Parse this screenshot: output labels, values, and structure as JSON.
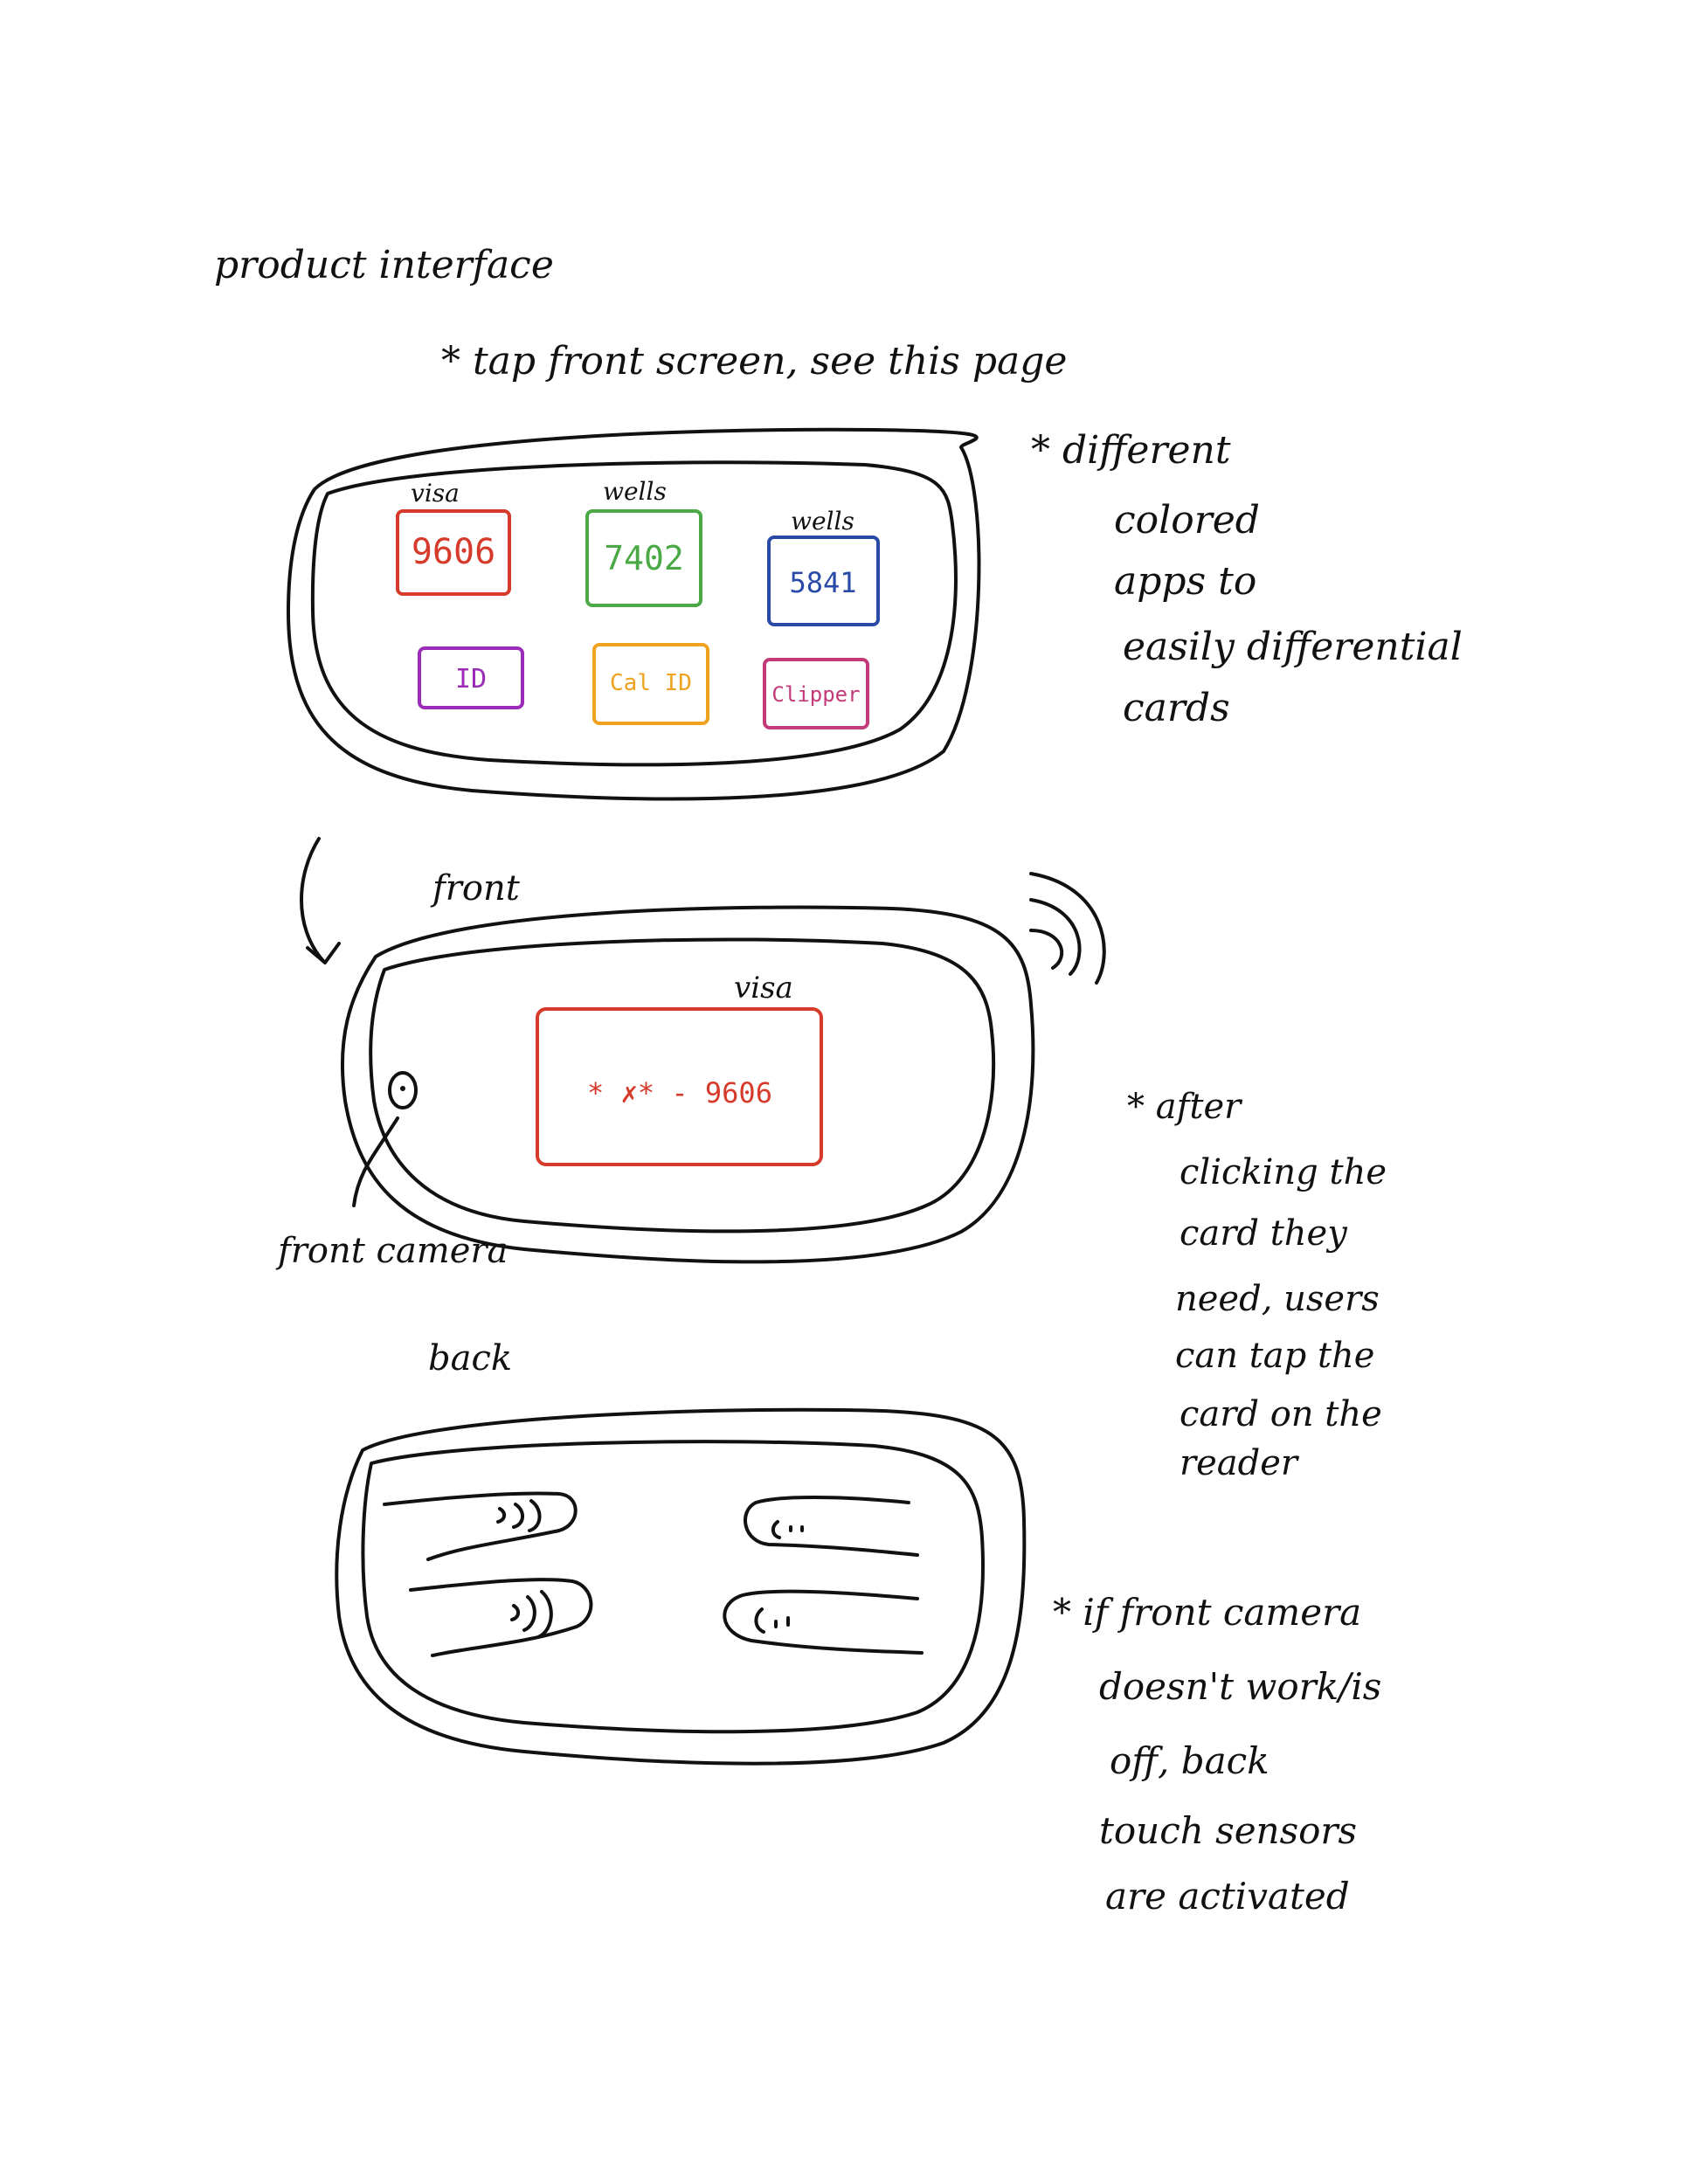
{
  "title": "product interface",
  "subtitle": "* tap front screen, see this page",
  "notes": {
    "colored_apps": [
      "* different",
      "colored",
      "apps to",
      "easily differential",
      "cards"
    ],
    "after_click": [
      "* after",
      "clicking the",
      "card they",
      "need, users",
      "can tap the",
      "card on the",
      "reader"
    ],
    "back_sensors": [
      "* if front camera",
      "doesn't work/is",
      "off, back",
      "touch sensors",
      "are activated"
    ]
  },
  "cards": [
    {
      "label": "visa",
      "number": "9606",
      "color": "#d63a2a"
    },
    {
      "label": "wells",
      "number": "7402",
      "color": "#4aa845"
    },
    {
      "label": "wells",
      "number": "5841",
      "color": "#2a4aa8"
    },
    {
      "label": "",
      "number": "ID",
      "color": "#9a2cb8"
    },
    {
      "label": "",
      "number": "Cal ID",
      "color": "#efa21f"
    },
    {
      "label": "",
      "number": "Clipper",
      "color": "#c23a78"
    }
  ],
  "front": {
    "label": "front",
    "card_label": "visa",
    "card_number": "* ✗* - 9606",
    "card_color": "#d63a2a",
    "camera_label": "front camera"
  },
  "back": {
    "label": "back"
  },
  "icons": [
    "nfc-waves-icon",
    "camera-icon",
    "touch-sensor-icon",
    "arrow-icon"
  ]
}
